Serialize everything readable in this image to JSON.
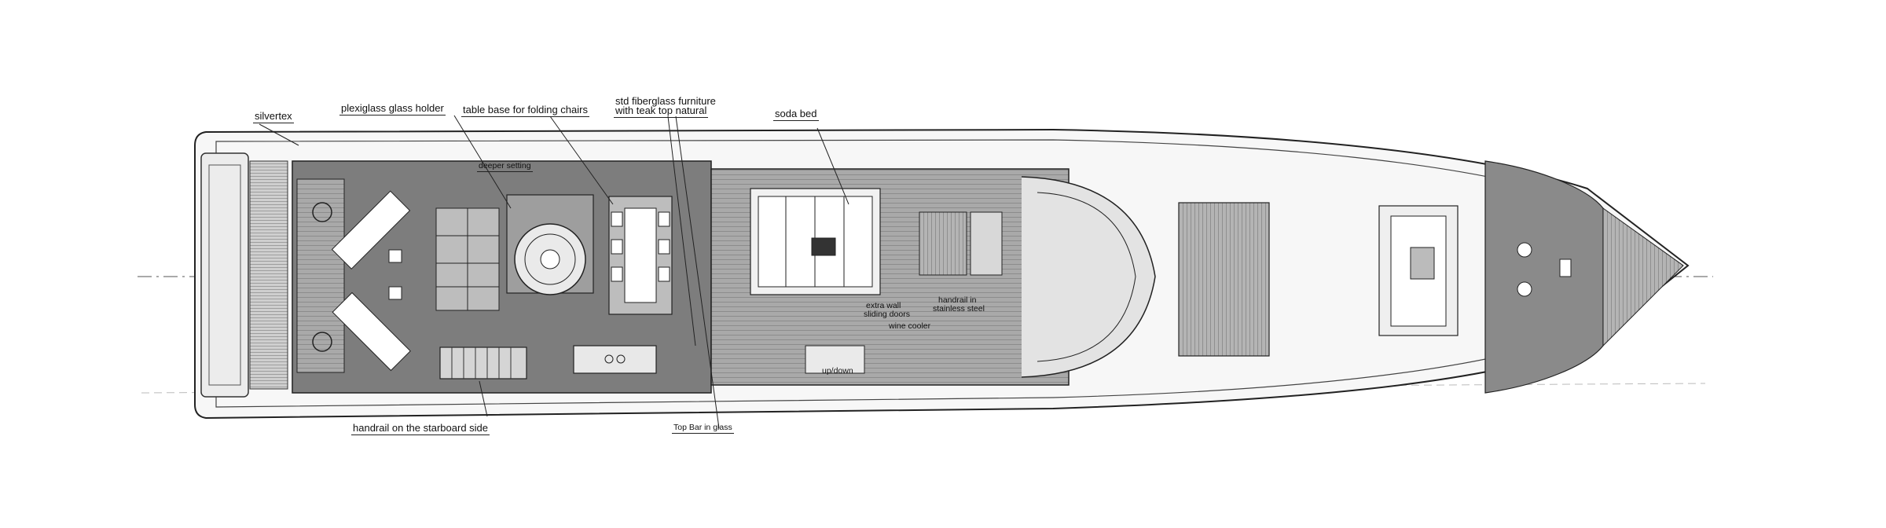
{
  "callouts": {
    "silvertex": "silvertex",
    "plexiglass_glass_holder": "plexiglass glass holder",
    "table_base": "table base for folding chairs",
    "std_furniture_line1": "std fiberglass furniture",
    "std_furniture_line2": "with teak top natural",
    "soda_bed": "soda bed",
    "deeper_setting": "deeper setting",
    "handrail_starboard": "handrail on the starboard side",
    "top_bar_glass": "Top Bar in glass",
    "extra_wall_line1": "extra wall",
    "extra_wall_line2": "sliding doors",
    "handrail_steel_line1": "handrail in",
    "handrail_steel_line2": "stainless steel",
    "wine_cooler": "wine cooler",
    "up_down": "up/down"
  },
  "colors": {
    "deck_dark": "#7d7d7d",
    "teak": "#9a9a9a",
    "line": "#2a2a2a",
    "hull_fill": "#f4f4f4"
  }
}
